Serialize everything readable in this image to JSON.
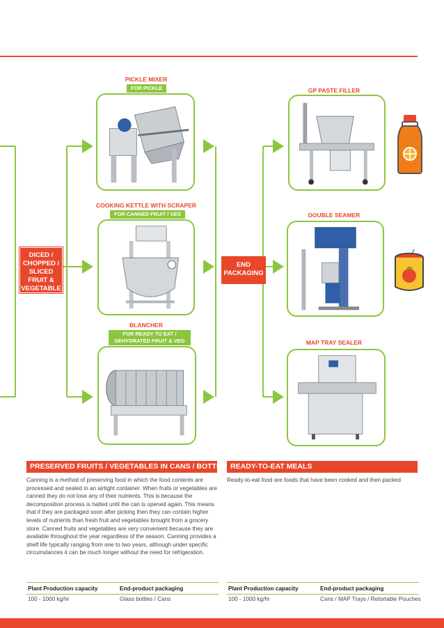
{
  "source": {
    "label": "DICED / CHOPPED / SLICED FRUIT & VEGETABLE"
  },
  "end": {
    "label": "END PACKAGING"
  },
  "machines": {
    "pickle_mixer": {
      "title": "PICKLE MIXER",
      "subtitle": "FOR PICKLE"
    },
    "cooking_kettle": {
      "title": "COOKING KETTLE WITH SCRAPER",
      "subtitle": "FOR CANNED FRUIT / VEG"
    },
    "blancher": {
      "title": "BLANCHER",
      "subtitle": "FOR READY TO EAT / DEHYDRATED FRUIT & VEG"
    },
    "paste_filler": {
      "title": "GP PASTE FILLER"
    },
    "double_seamer": {
      "title": "DOUBLE SEAMER"
    },
    "map_tray_sealer": {
      "title": "MAP TRAY SEALER"
    }
  },
  "colors": {
    "accent": "#e8472b",
    "green": "#8cc63f"
  },
  "icons": [
    "bottle-icon",
    "can-icon"
  ],
  "sections": {
    "preserved": {
      "title": "PRESERVED FRUITS / VEGETABLES IN CANS / BOTTLES",
      "body": "Canning is a method of preserving food in which the food contents are processed and sealed in an airtight container. When fruits or vegetables are canned they do not lose any of their nutrients. This is because the decomposition process is halted until the can is opened again. This means that if they are packaged soon after picking then they can contain higher levels of nutrients than fresh fruit and vegetables brought from a grocery store. Canned fruits and vegetables are very convenient because they are available throughout the year regardless of the season. Canning provides a shelf life typically ranging from one to two years, although under specific circumstances it can be much longer without the need for refrigeration."
    },
    "ready": {
      "title": "READY-TO-EAT MEALS",
      "body": "Ready-to-eat food are foods that have been cooked and then packed"
    }
  },
  "specs": {
    "left": {
      "capacity_label": "Plant Production capacity",
      "packaging_label": "End-product packaging",
      "capacity_value": "100 - 1000 kg/hr",
      "packaging_value": "Glass bottles / Cans"
    },
    "right": {
      "capacity_label": "Plant Production capacity",
      "packaging_label": "End-product packaging",
      "capacity_value": "100 - 1000 kg/hr",
      "packaging_value": "Cans / MAP Trays / Retortable Pouches"
    }
  }
}
